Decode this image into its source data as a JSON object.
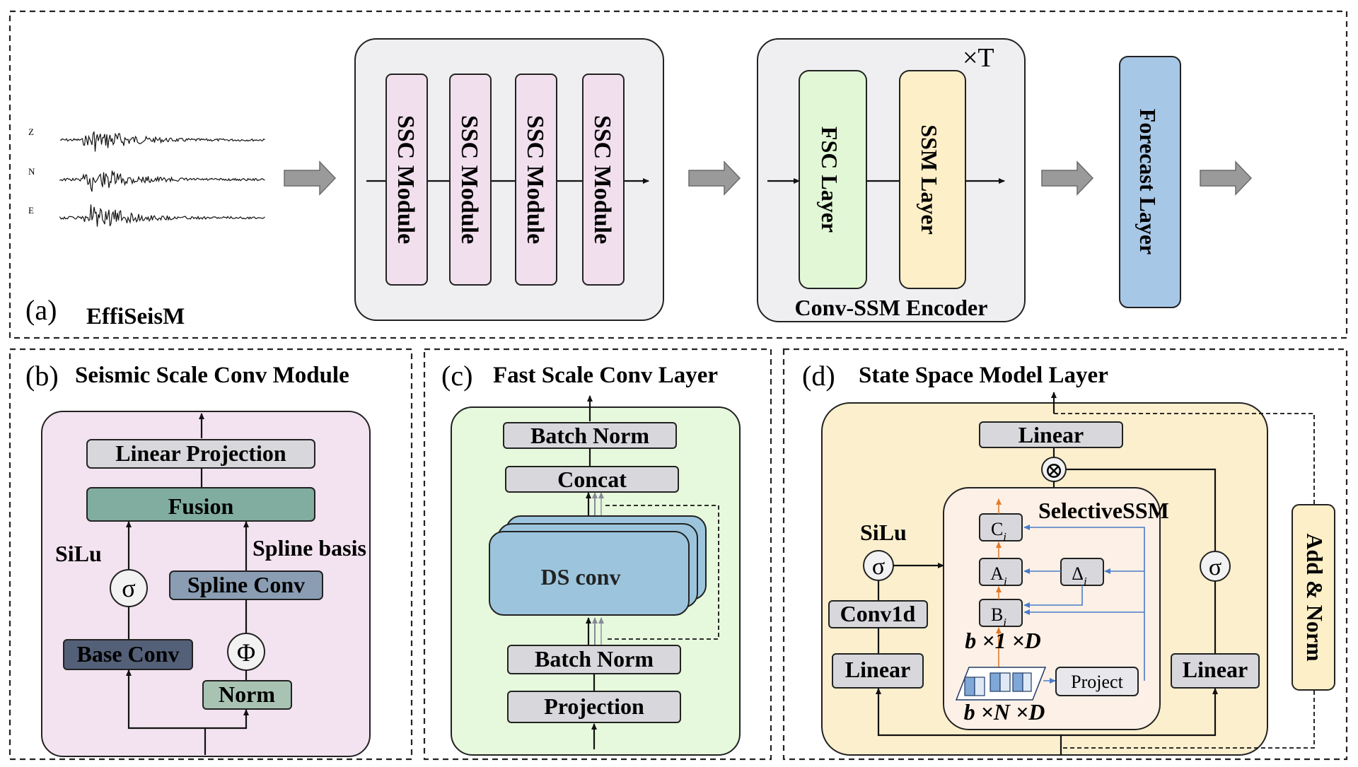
{
  "panel_a": {
    "letter": "(a)",
    "title": "EffiSeisM",
    "channels": [
      "Z",
      "N",
      "E"
    ],
    "ssc_modules": [
      "SSC Module",
      "SSC Module",
      "SSC Module",
      "SSC Module"
    ],
    "repeat": "×T",
    "fsc_layer": "FSC Layer",
    "ssm_layer": "SSM Layer",
    "encoder_label": "Conv-SSM Encoder",
    "forecast": "Forecast Layer"
  },
  "panel_b": {
    "letter": "(b)",
    "title": "Seismic Scale Conv Module",
    "linear_projection": "Linear Projection",
    "fusion": "Fusion",
    "silu": "SiLu",
    "sigma": "σ",
    "spline_basis": "Spline basis",
    "spline_conv": "Spline Conv",
    "phi": "Φ",
    "base_conv": "Base Conv",
    "norm": "Norm"
  },
  "panel_c": {
    "letter": "(c)",
    "title": "Fast Scale Conv Layer",
    "batch_norm_top": "Batch Norm",
    "concat": "Concat",
    "ds_conv": "DS conv",
    "batch_norm_bottom": "Batch Norm",
    "projection": "Projection"
  },
  "panel_d": {
    "letter": "(d)",
    "title": "State Space Model Layer",
    "linear_top": "Linear",
    "times": "⊗",
    "selective_ssm": "SelectiveSSM",
    "c_i": "C",
    "a_i": "A",
    "b_i": "B",
    "delta_i": "Δ",
    "sub_i": "i",
    "dim1": "b ×1 ×D",
    "dimN": "b ×N ×D",
    "project": "Project",
    "silu": "SiLu",
    "sigma": "σ",
    "conv1d": "Conv1d",
    "linear_left": "Linear",
    "linear_right": "Linear",
    "add_norm": "Add & Norm"
  },
  "colors": {
    "ssc_fill": "#f1dfee",
    "module_bg": "#efeff1",
    "fsc_fill": "#e1f7d5",
    "ssm_fill": "#fdefc8",
    "forecast_fill": "#a7c7e7",
    "panel_b_bg": "#f3e3f0",
    "panel_c_bg": "#e6f9dc",
    "panel_d_bg": "#fcefcd",
    "fusion": "#80ad9f",
    "spline_conv": "#8a9db3",
    "base_conv": "#546078",
    "norm": "#a9c3b3",
    "gray_box": "#d8d8dc",
    "ds_conv": "#9cc5dd"
  }
}
